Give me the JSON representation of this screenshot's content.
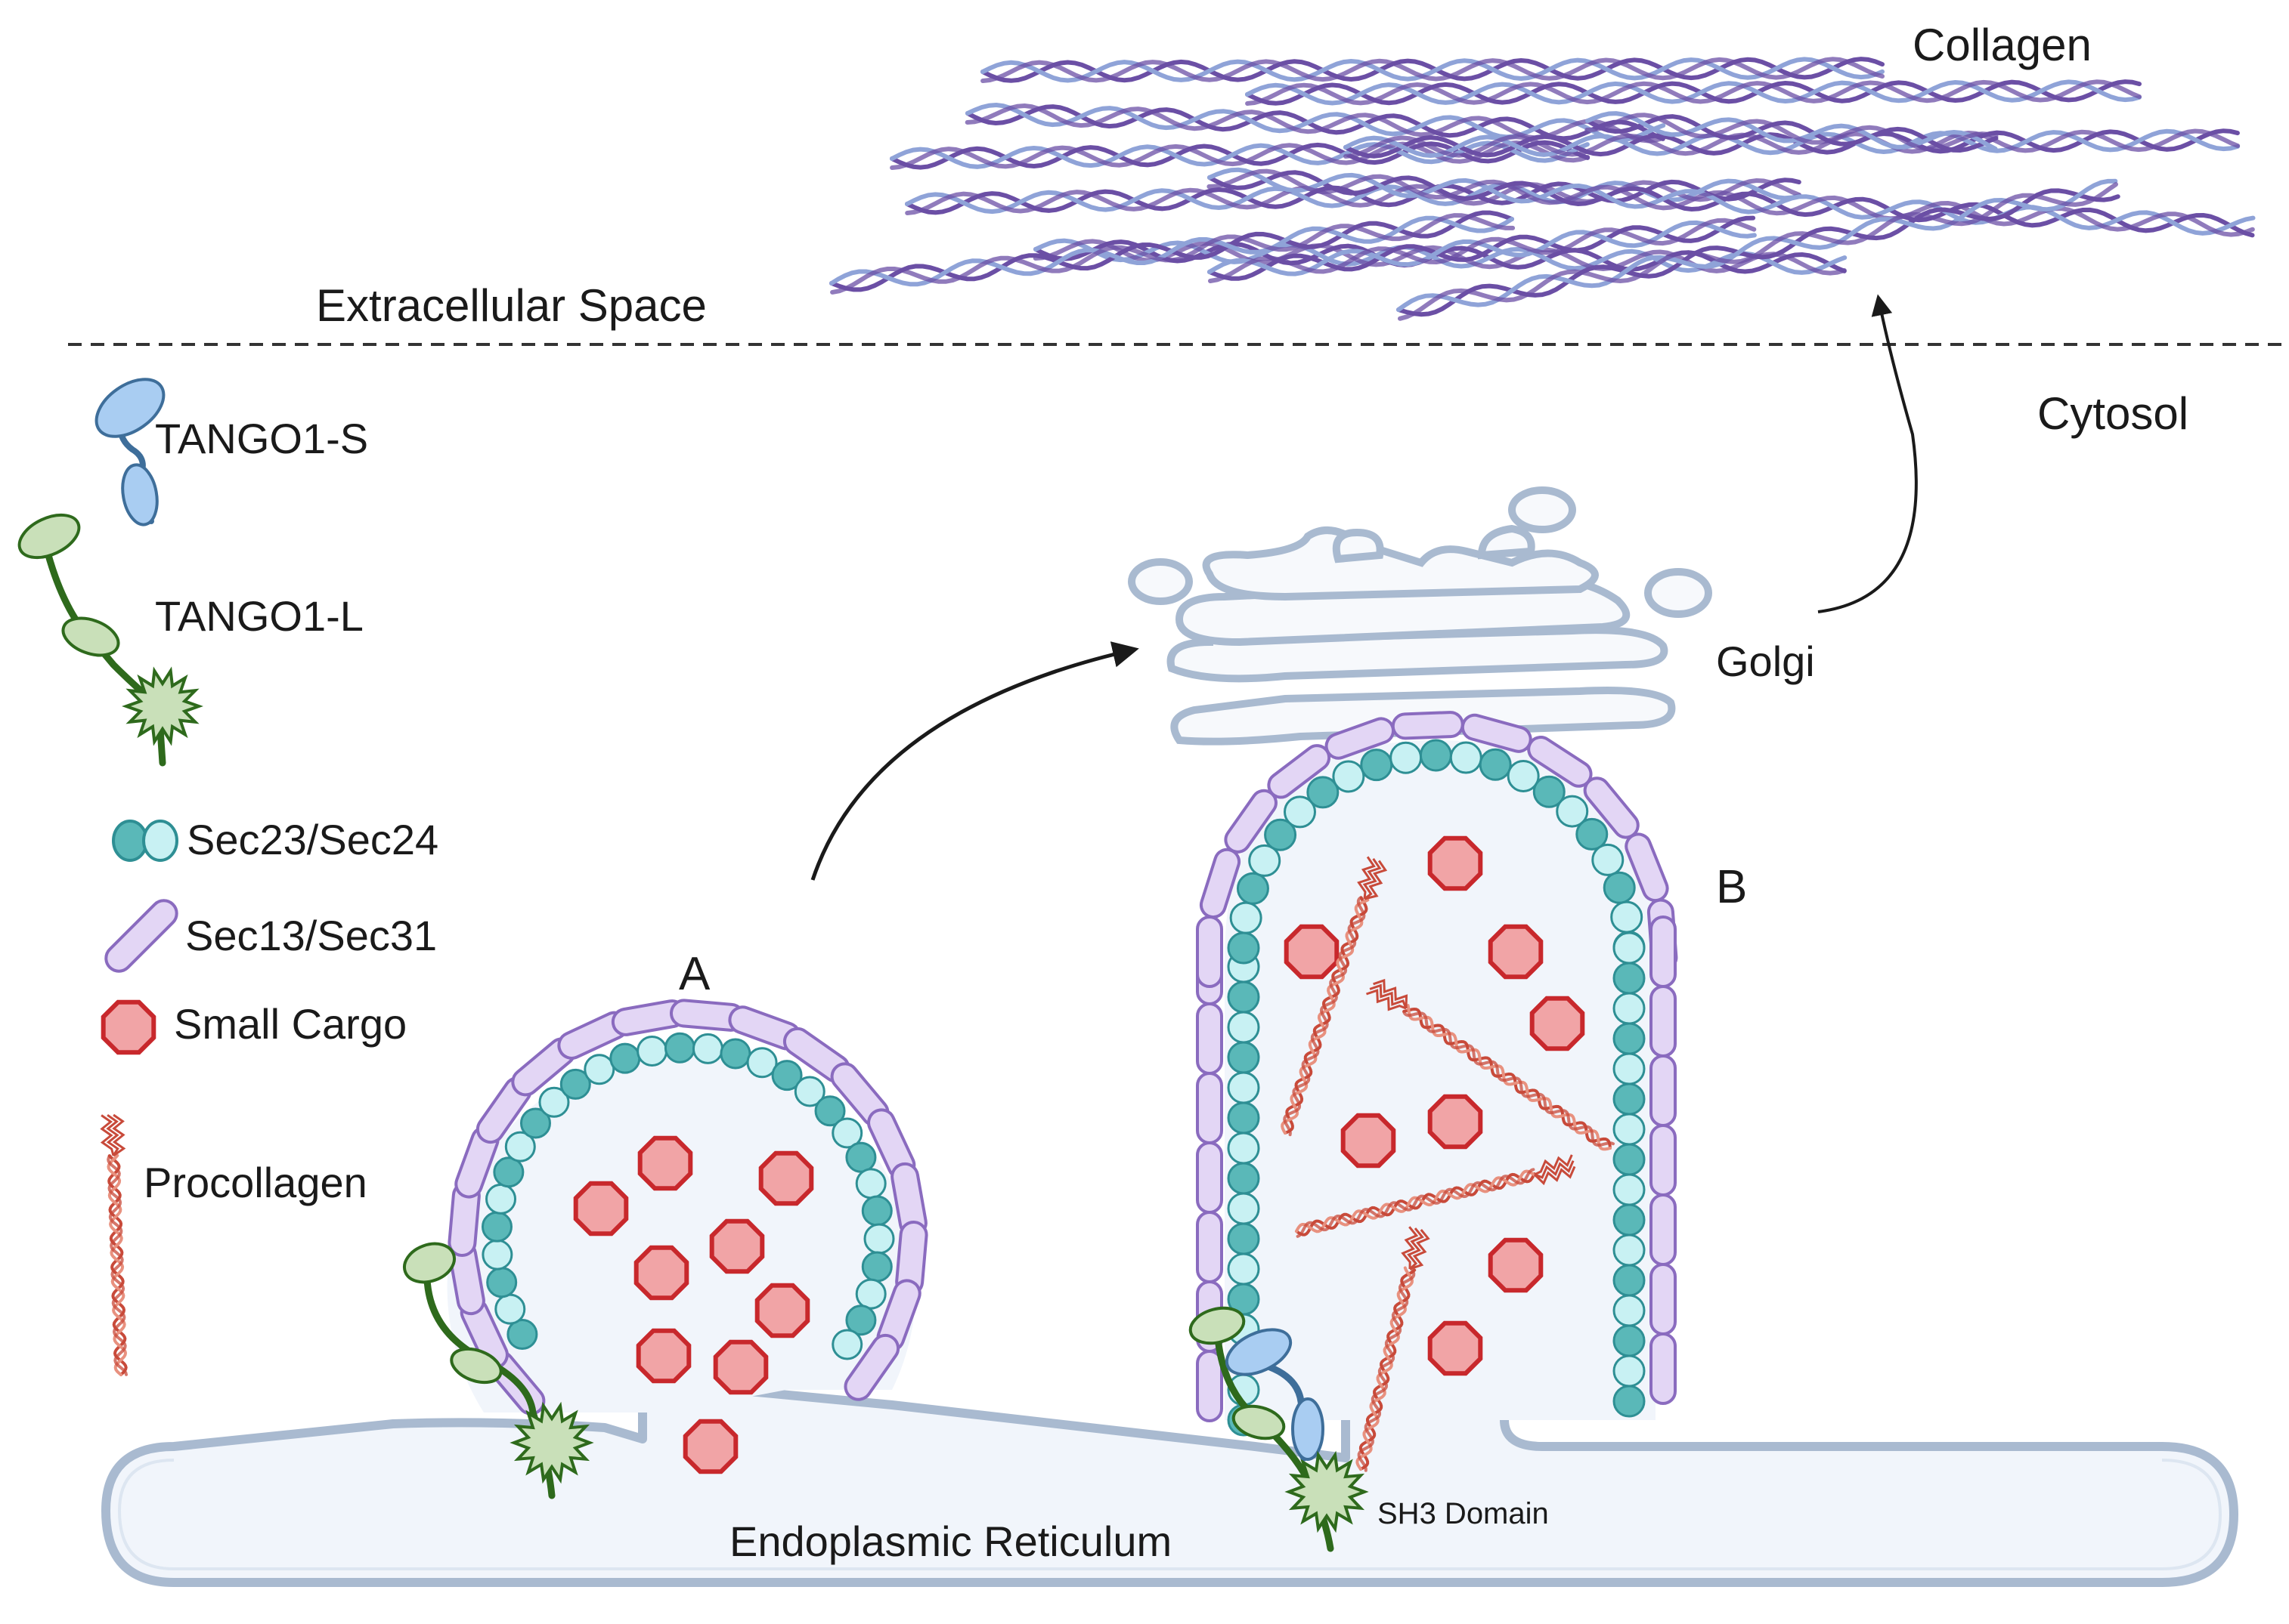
{
  "labels": {
    "collagen": "Collagen",
    "extracellular_space": "Extracellular Space",
    "cytosol": "Cytosol",
    "golgi": "Golgi",
    "vesicle_a": "A",
    "vesicle_b": "B",
    "sh3_domain": "SH3 Domain",
    "endoplasmic_reticulum": "Endoplasmic Reticulum"
  },
  "legend": [
    {
      "icon": "tango1-s-icon",
      "label": "TANGO1-S"
    },
    {
      "icon": "tango1-l-icon",
      "label": "TANGO1-L"
    },
    {
      "icon": "sec23-sec24-icon",
      "label": "Sec23/Sec24"
    },
    {
      "icon": "sec13-sec31-icon",
      "label": "Sec13/Sec31"
    },
    {
      "icon": "small-cargo-icon",
      "label": "Small Cargo"
    },
    {
      "icon": "procollagen-icon",
      "label": "Procollagen"
    }
  ],
  "colors": {
    "sec23": "#5ab8b8",
    "sec24": "#c8f1f3",
    "sec13_31_fill": "#e3d6f5",
    "sec13_31_stroke": "#8a6bbf",
    "cargo_fill": "#f1a4a6",
    "cargo_stroke": "#c8282c",
    "membrane": "#a9bad0",
    "lumen": "#f1f5fb",
    "collagen_dark": "#6b4fa5",
    "collagen_light": "#8fa3d8",
    "tango1_l": "#2e6a1c",
    "tango1_l_head": "#c9e0b9",
    "tango1_s": "#a9cdf2"
  }
}
